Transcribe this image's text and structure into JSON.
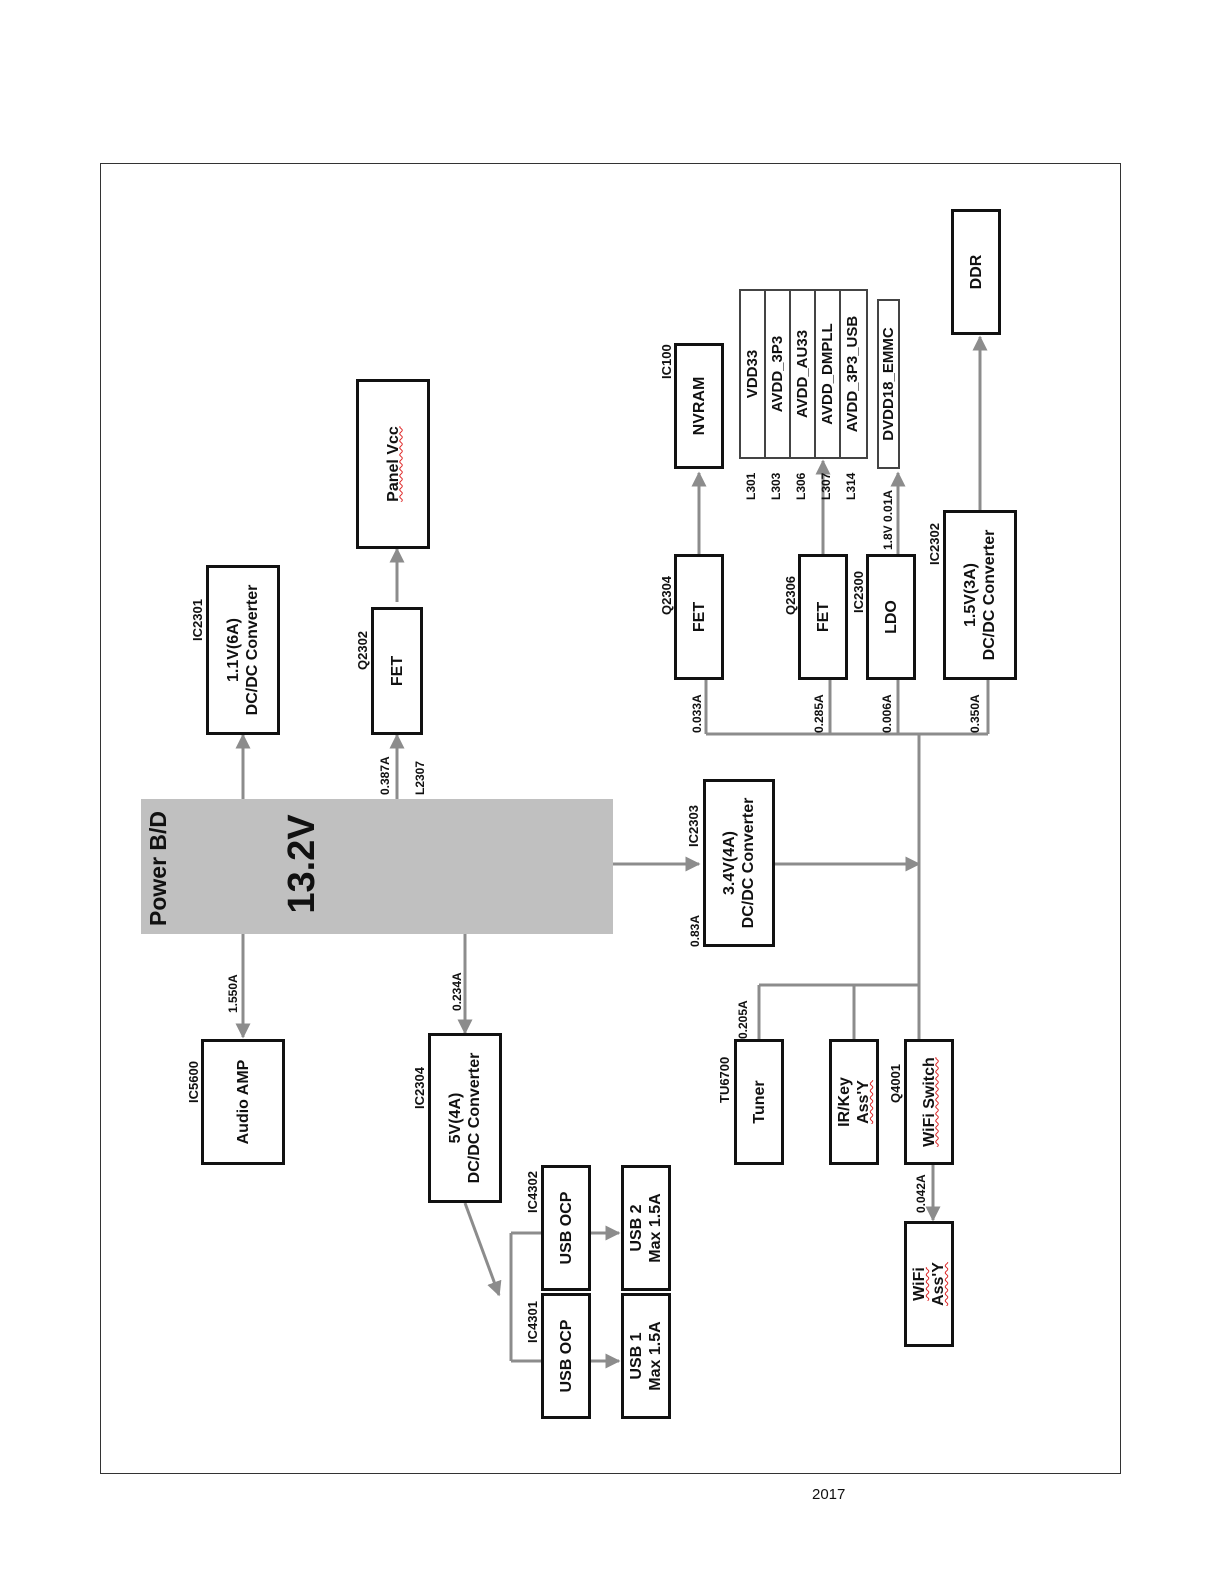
{
  "power_board": {
    "title": "Power B/D",
    "voltage": "13.2V"
  },
  "blocks": {
    "dcdc_1v1": {
      "ref": "IC2301",
      "line1": "1.1V(6A)",
      "line2": "DC/DC Converter"
    },
    "fet_panel": {
      "ref": "Q2302",
      "line1": "FET"
    },
    "panel_vcc": {
      "line1": "Panel Vcc"
    },
    "dcdc_3v4": {
      "ref": "IC2303",
      "line1": "3.4V(4A)",
      "line2": "DC/DC Converter"
    },
    "audio_amp": {
      "ref": "IC5600",
      "line1": "Audio AMP"
    },
    "dcdc_5v": {
      "ref": "IC2304",
      "line1": "5V(4A)",
      "line2": "DC/DC Converter"
    },
    "usb_ocp_1": {
      "ref": "IC4301",
      "line1": "USB OCP"
    },
    "usb_ocp_2": {
      "ref": "IC4302",
      "line1": "USB OCP"
    },
    "usb_1": {
      "line1": "USB 1",
      "line2": "Max 1.5A"
    },
    "usb_2": {
      "line1": "USB 2",
      "line2": "Max 1.5A"
    },
    "fet_nvram": {
      "ref": "Q2304",
      "line1": "FET"
    },
    "nvram": {
      "ref": "IC100",
      "line1": "NVRAM"
    },
    "fet_rails": {
      "ref": "Q2306",
      "line1": "FET"
    },
    "ldo": {
      "ref": "IC2300",
      "line1": "LDO"
    },
    "dcdc_1v5": {
      "ref": "IC2302",
      "line1": "1.5V(3A)",
      "line2": "DC/DC Converter"
    },
    "ddr": {
      "line1": "DDR"
    },
    "tuner": {
      "ref": "TU6700",
      "line1": "Tuner"
    },
    "ir_key": {
      "line1": "IR/Key",
      "line2": "Ass'Y"
    },
    "wifi_switch": {
      "ref": "Q4001",
      "line1": "WiFi Switch"
    },
    "wifi_assy": {
      "line1": "WiFi",
      "line2": "Ass'Y"
    }
  },
  "currents": {
    "c_1v1": "",
    "c_fet_panel": "0.387A",
    "l_fet_panel": "L2307",
    "c_3v4": "0.83A",
    "c_audio": "1.550A",
    "c_5v": "0.234A",
    "c_nvram": "0.033A",
    "c_fet_rails": "0.285A",
    "c_ldo": "0.006A",
    "c_1v5": "0.350A",
    "c_tuner": "0.205A",
    "c_wifi": "0.042A",
    "ldo_out": "1.8V 0.01A"
  },
  "rails": [
    {
      "coil": "L301",
      "name": "VDD33"
    },
    {
      "coil": "L303",
      "name": "AVDD_3P3"
    },
    {
      "coil": "L306",
      "name": "AVDD_AU33"
    },
    {
      "coil": "L307",
      "name": "AVDD_DMPLL"
    },
    {
      "coil": "L314",
      "name": "AVDD_3P3_USB"
    }
  ],
  "ldo_rail": {
    "name": "DVDD18_EMMC"
  },
  "footer": {
    "year": "2017"
  },
  "colors": {
    "power_board_fill": "#c0c0c0",
    "wire": "#8c8c8c",
    "block_border": "#111111"
  }
}
